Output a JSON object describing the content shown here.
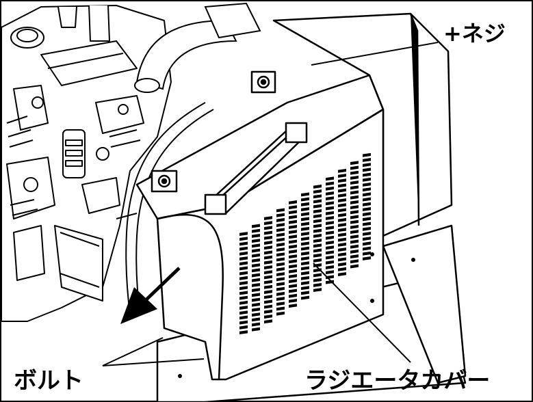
{
  "labels": {
    "screw": "+ネジ",
    "bolt": "ボルト",
    "radiator_cover": "ラジエータカバー"
  }
}
